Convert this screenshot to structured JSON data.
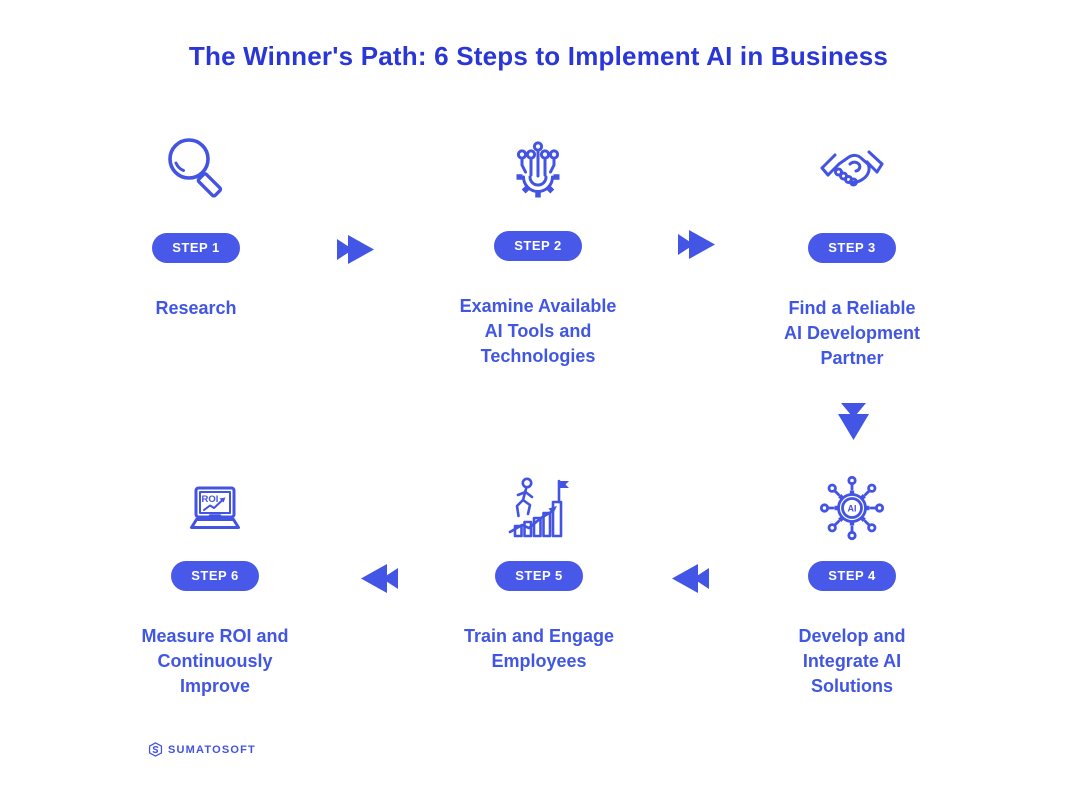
{
  "title": "The Winner's Path: 6 Steps to Implement AI in Business",
  "colors": {
    "title": "#2a36d6",
    "label": "#4156e2",
    "badge_bg": "#4858e8",
    "badge_text": "#ffffff",
    "accent": "#4353e2",
    "background": "#ffffff"
  },
  "steps": [
    {
      "badge": "STEP 1",
      "icon": "magnifier-icon",
      "lines": [
        "Research"
      ]
    },
    {
      "badge": "STEP 2",
      "icon": "gear-circuit-icon",
      "lines": [
        "Examine Available",
        "AI Tools and",
        "Technologies"
      ]
    },
    {
      "badge": "STEP 3",
      "icon": "handshake-icon",
      "lines": [
        "Find a Reliable",
        "AI Development",
        "Partner"
      ]
    },
    {
      "badge": "STEP 4",
      "icon": "ai-network-icon",
      "lines": [
        "Develop and",
        "Integrate AI",
        "Solutions"
      ]
    },
    {
      "badge": "STEP 5",
      "icon": "growth-person-icon",
      "lines": [
        "Train and Engage",
        "Employees"
      ]
    },
    {
      "badge": "STEP 6",
      "icon": "roi-laptop-icon",
      "lines": [
        "Measure ROI and",
        "Continuously",
        "Improve"
      ]
    }
  ],
  "icon_texts": {
    "step4_chip": "AI",
    "step6_screen": "ROI"
  },
  "arrows": {
    "forward": "fast-forward-icon",
    "backward": "rewind-icon",
    "down": "double-down-icon"
  },
  "footer": {
    "logo_text": "SUMATOSOFT"
  }
}
